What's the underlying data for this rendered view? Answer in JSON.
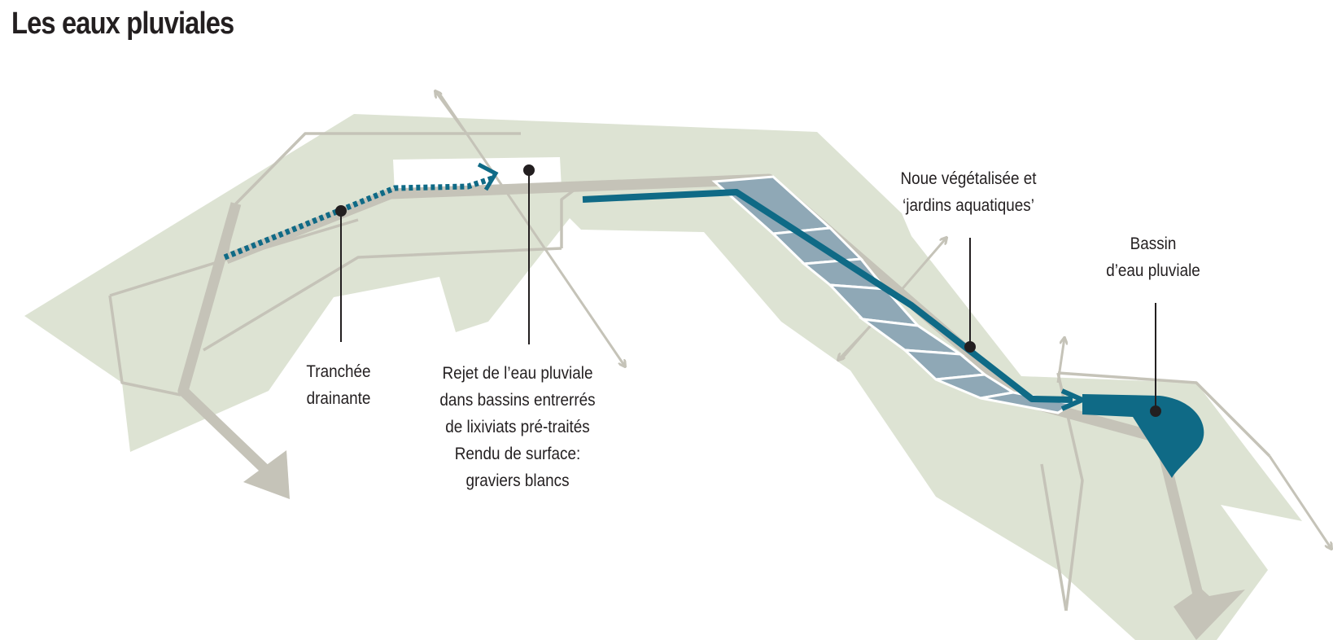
{
  "title": "Les eaux pluviales",
  "colors": {
    "land": "#dde3d3",
    "road": "#c5c3b8",
    "thin_lines": "#c5c3b8",
    "water": "#0f6a86",
    "noue_cells": "#8fa8b6",
    "callout_line": "#231f20",
    "text": "#231f20"
  },
  "labels": {
    "tranchee": [
      "Tranchée",
      "drainante"
    ],
    "rejet": [
      "Rejet de l’eau pluviale",
      "dans bassins entrerrés",
      "de  lixiviats pré-traités",
      "Rendu de surface:",
      "graviers blancs"
    ],
    "noue": [
      "Noue végétalisée et",
      "‘jardins aquatiques’"
    ],
    "bassin": [
      "Bassin",
      "d’eau pluviale"
    ]
  }
}
